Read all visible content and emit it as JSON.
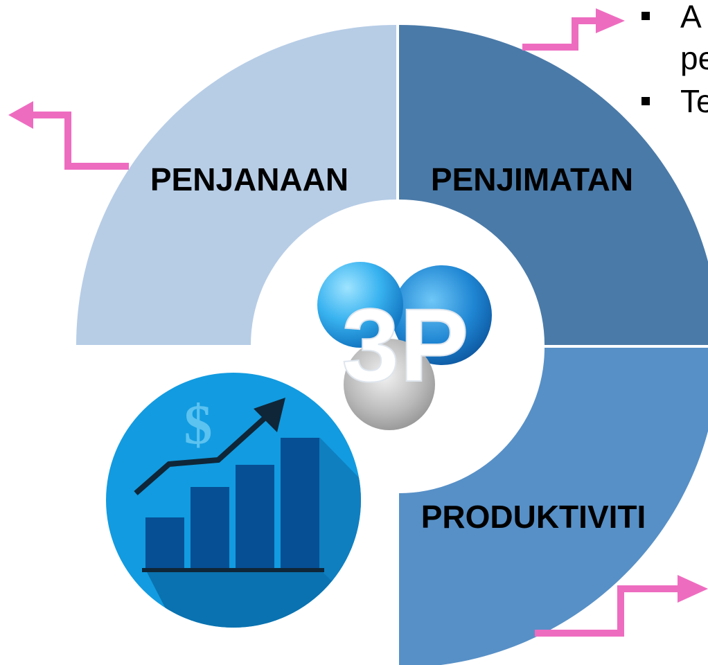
{
  "segments": {
    "top_left": {
      "label": "PENJANAAN",
      "color": "#b7cde6"
    },
    "top_right": {
      "label": "PENJIMATAN",
      "color": "#4a7aa8"
    },
    "bottom_right": {
      "label": "PRODUKTIVITI",
      "color": "#5790c7"
    }
  },
  "bullets": [
    {
      "text": "A"
    },
    {
      "text": "pe"
    },
    {
      "text": "Te"
    }
  ],
  "arrow_color": "#ee6cc0",
  "logo": {
    "text": "3P",
    "icon": "3p-logo-icon"
  },
  "growth_icon": {
    "currency_symbol": "$",
    "icon": "growth-chart-icon"
  }
}
